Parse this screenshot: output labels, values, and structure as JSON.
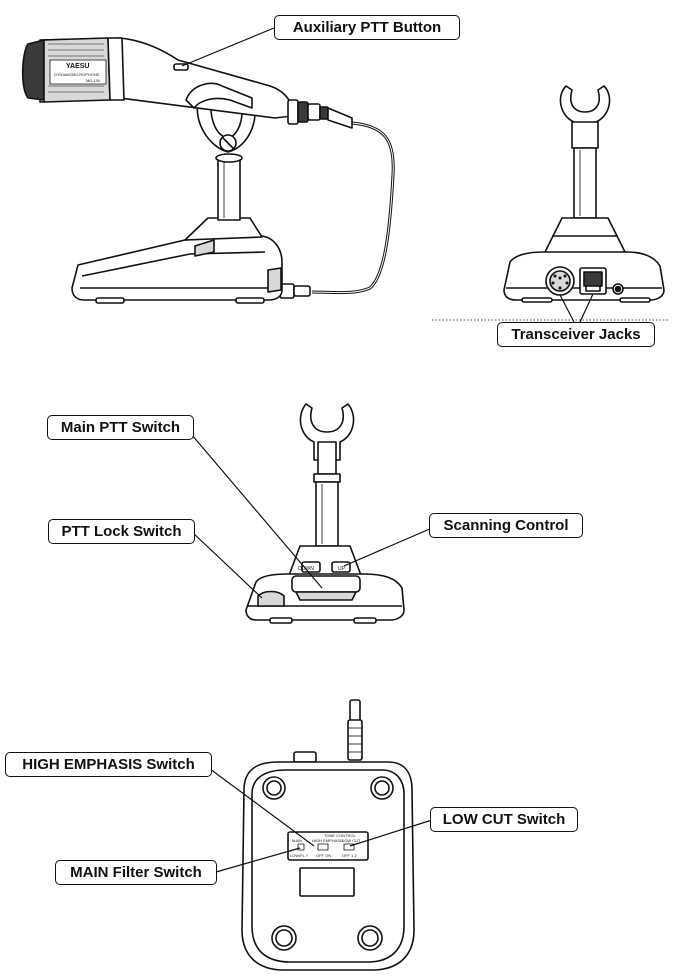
{
  "callouts": {
    "aux_ptt": "Auxiliary PTT Button",
    "jacks": "Transceiver Jacks",
    "main_ptt": "Main PTT Switch",
    "ptt_lock": "PTT Lock Switch",
    "scanning": "Scanning Control",
    "high_emphasis": "HIGH EMPHASIS Switch",
    "low_cut": "LOW CUT Switch",
    "main_filter": "MAIN Filter Switch"
  },
  "mic_body": {
    "brand": "YAESU",
    "line1": "DYNAMIC",
    "line2": "MICROPHONE",
    "model": "MD-100"
  },
  "front_panel": {
    "left_mark": "DOWN",
    "right_mark": "UP"
  },
  "bottom_panel": {
    "tone_control": "TONE CONTROL",
    "main": "MAIN",
    "main_options": "LOW/FL T",
    "high_emphasis": "HIGH EMPHASIS",
    "high_options": "OFF ON",
    "low_cut": "LOW CUT",
    "low_options": "OFF 1 2"
  },
  "colors": {
    "ink": "#111111",
    "shade": "#d8d8d8",
    "dark_shade": "#3a3a3a",
    "paper": "#ffffff"
  }
}
